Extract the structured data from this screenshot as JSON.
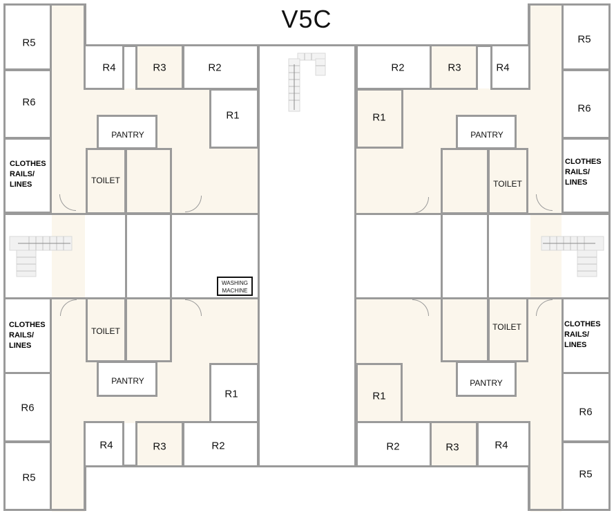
{
  "title": "V5C",
  "labels": {
    "r1": "R1",
    "r2": "R2",
    "r3": "R3",
    "r4": "R4",
    "r5": "R5",
    "r6": "R6",
    "pantry": "PANTRY",
    "toilet": "TOILET",
    "clothes_1": "CLOTHES",
    "clothes_2": "RAILS/",
    "clothes_3": "LINES",
    "washing_1": "WASHING",
    "washing_2": "MACHINE"
  },
  "colors": {
    "wall": "#9a9a9a",
    "floor": "#fbf6ec",
    "room": "#ffffff"
  }
}
